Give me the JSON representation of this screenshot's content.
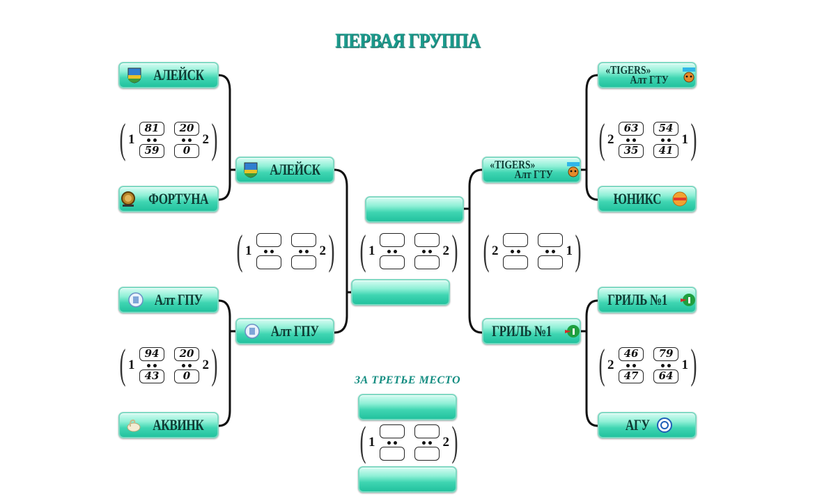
{
  "title": "ПЕРВАЯ ГРУППА",
  "third_place_title": "ЗА ТРЕТЬЕ МЕСТО",
  "teams": {
    "l1": "АЛЕЙСК",
    "l2": "ФОРТУНА",
    "l3": "Алт ГПУ",
    "l4": "АКВИНК",
    "lq1": "АЛЕЙСК",
    "lq2": "Алт ГПУ",
    "r1_line1": "«TIGERS»",
    "r1_line2": "Алт ГТУ",
    "r2": "ЮНИКС",
    "r3": "ГРИЛЬ №1",
    "r4": "АГУ",
    "rq1_line1": "«TIGERS»",
    "rq1_line2": "Алт ГТУ",
    "rq2": "ГРИЛЬ №1",
    "final_top": "",
    "final_bottom": "",
    "third_top": "",
    "third_bottom": ""
  },
  "scores": {
    "ls1": {
      "left": "1",
      "right": "2",
      "g1_top": "81",
      "g1_bottom": "59",
      "g2_top": "20",
      "g2_bottom": "0"
    },
    "ls2": {
      "left": "1",
      "right": "2",
      "g1_top": "94",
      "g1_bottom": "43",
      "g2_top": "20",
      "g2_bottom": "0"
    },
    "rs1": {
      "left": "2",
      "right": "1",
      "g1_top": "63",
      "g1_bottom": "35",
      "g2_top": "54",
      "g2_bottom": "41"
    },
    "rs2": {
      "left": "2",
      "right": "1",
      "g1_top": "46",
      "g1_bottom": "47",
      "g2_top": "79",
      "g2_bottom": "64"
    },
    "lsemi": {
      "left": "1",
      "right": "2"
    },
    "rsemi": {
      "left": "2",
      "right": "1"
    },
    "final": {
      "left": "1",
      "right": "2"
    },
    "third": {
      "left": "1",
      "right": "2"
    }
  },
  "colors": {
    "button_top": "#d6fbf2",
    "button_bottom": "#22c29e",
    "title": "#1a9a8c",
    "line": "#111111"
  }
}
